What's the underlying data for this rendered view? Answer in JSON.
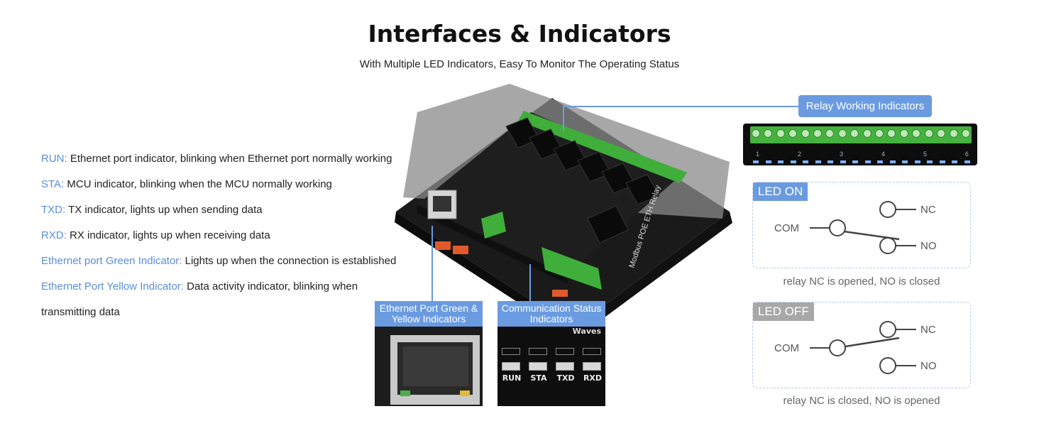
{
  "header": {
    "title": "Interfaces & Indicators",
    "subtitle": "With Multiple LED Indicators, Easy To Monitor The Operating Status"
  },
  "indicators": [
    {
      "key": "RUN:",
      "text": " Ethernet port indicator, blinking when Ethernet port normally working"
    },
    {
      "key": "STA:",
      "text": " MCU indicator, blinking when the MCU normally working"
    },
    {
      "key": "TXD:",
      "text": " TX indicator, lights up when sending data"
    },
    {
      "key": "RXD:",
      "text": " RX indicator, lights up when receiving data"
    },
    {
      "key": "Ethernet port Green Indicator:",
      "text": " Lights up when the connection is established"
    },
    {
      "key": "Ethernet Port Yellow Indicator:",
      "text": " Data activity indicator, blinking when transmitting data"
    }
  ],
  "callouts": {
    "ethernet": "Ethernet Port Green & Yellow Indicators",
    "comm": "Communication Status Indicators",
    "relay": "Relay Working Indicators"
  },
  "device": {
    "side_text": "Modbus POE ETH Relay",
    "brand_text": "Waves"
  },
  "comm_leds": [
    "RUN",
    "STA",
    "TXD",
    "RXD"
  ],
  "relay_strip_numbers": [
    "1",
    "2",
    "3",
    "4",
    "5",
    "6"
  ],
  "relay_states": {
    "on": {
      "tag": "LED ON",
      "com": "COM",
      "nc": "NC",
      "no": "NO",
      "caption": "relay NC is opened, NO is closed"
    },
    "off": {
      "tag": "LED OFF",
      "com": "COM",
      "nc": "NC",
      "no": "NO",
      "caption": "relay NC is closed, NO is opened"
    }
  },
  "colors": {
    "accent": "#6a9be0",
    "key_text": "#5b8ed6",
    "led_on_tag": "#6a9be0",
    "led_off_tag": "#a8a8a8",
    "terminal_green": "#3fae3a"
  }
}
